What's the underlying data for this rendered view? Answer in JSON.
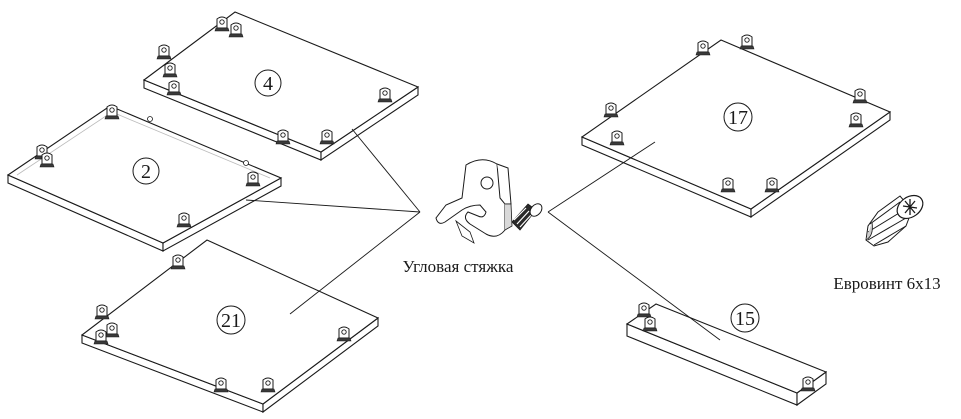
{
  "parts": [
    {
      "id": "panel-4",
      "label": "4"
    },
    {
      "id": "panel-2",
      "label": "2"
    },
    {
      "id": "panel-21",
      "label": "21"
    },
    {
      "id": "panel-17",
      "label": "17"
    },
    {
      "id": "panel-15",
      "label": "15"
    }
  ],
  "hardware": {
    "bracket_label": "Угловая стяжка",
    "screw_label": "Евровинт 6x13"
  }
}
